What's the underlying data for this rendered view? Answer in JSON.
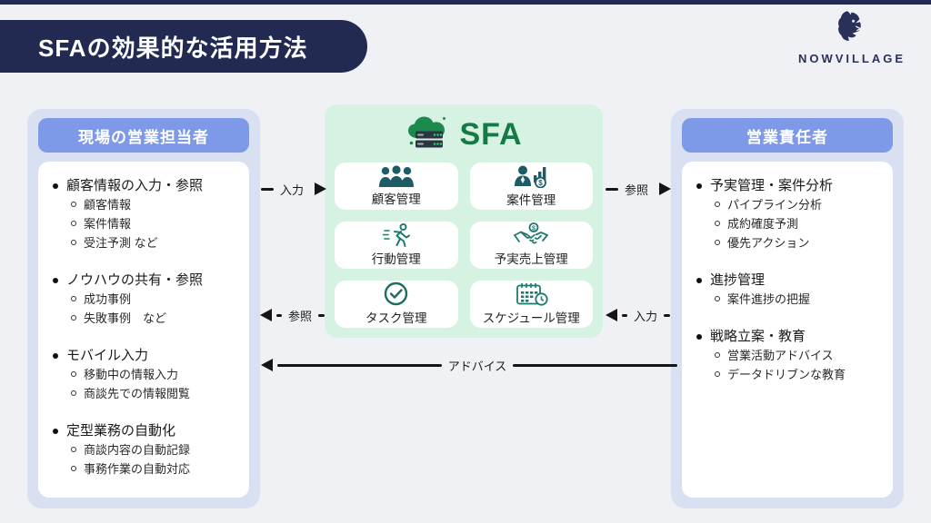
{
  "page": {
    "title": "SFAの効果的な活用方法",
    "background": "#f0f1f4"
  },
  "brand": {
    "name": "NOWVILLAGE",
    "logo": "lion-icon",
    "color": "#2a3158"
  },
  "left_panel": {
    "title": "現場の営業担当者",
    "groups": [
      {
        "heading": "顧客情報の入力・参照",
        "items": [
          "顧客情報",
          "案件情報",
          "受注予測 など"
        ]
      },
      {
        "heading": "ノウハウの共有・参照",
        "items": [
          "成功事例",
          "失敗事例　など"
        ]
      },
      {
        "heading": "モバイル入力",
        "items": [
          "移動中の情報入力",
          "商談先での情報閲覧"
        ]
      },
      {
        "heading": "定型業務の自動化",
        "items": [
          "商談内容の自動記録",
          "事務作業の自動対応"
        ]
      }
    ]
  },
  "center_panel": {
    "title": "SFA",
    "icon": "cloud-server-icon",
    "cards": [
      {
        "label": "顧客管理",
        "icon": "people-icon"
      },
      {
        "label": "案件管理",
        "icon": "person-chart-coin-icon"
      },
      {
        "label": "行動管理",
        "icon": "running-icon"
      },
      {
        "label": "予実売上管理",
        "icon": "handshake-coin-icon"
      },
      {
        "label": "タスク管理",
        "icon": "check-circle-icon"
      },
      {
        "label": "スケジュール管理",
        "icon": "calendar-clock-icon"
      }
    ]
  },
  "right_panel": {
    "title": "営業責任者",
    "groups": [
      {
        "heading": "予実管理・案件分析",
        "items": [
          "パイプライン分析",
          "成約確度予測",
          "優先アクション"
        ]
      },
      {
        "heading": "進捗管理",
        "items": [
          "案件進捗の把握"
        ]
      },
      {
        "heading": "戦略立案・教育",
        "items": [
          "営業活動アドバイス",
          "データドリブンな教育"
        ]
      }
    ]
  },
  "arrows": {
    "left_to_center": {
      "label": "入力",
      "direction": "right"
    },
    "center_to_left": {
      "label": "参照",
      "direction": "left"
    },
    "center_to_right": {
      "label": "参照",
      "direction": "right"
    },
    "right_to_center": {
      "label": "入力",
      "direction": "left"
    },
    "advice": {
      "label": "アドバイス",
      "direction": "left"
    }
  },
  "colors": {
    "navy": "#232a52",
    "panel_blue_bg": "#d9e0f2",
    "pill_blue": "#7d99e8",
    "green_bg": "#d6f2e2",
    "green_dark": "#157a46",
    "teal_icon": "#1f7a6d",
    "teal_fill": "#1d5c66",
    "arrow_black": "#151515"
  }
}
